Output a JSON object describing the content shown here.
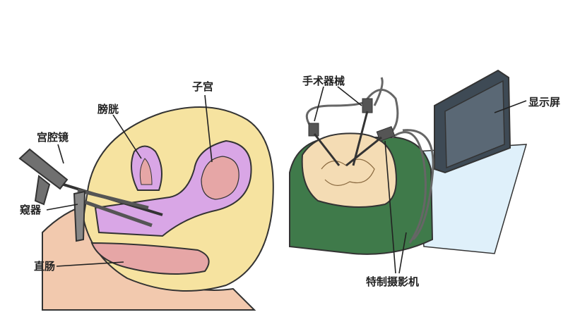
{
  "left_illustration": {
    "labels": {
      "hysteroscope": "宫腔镜",
      "bladder": "膀胱",
      "uterus": "子宫",
      "speculum": "窥器",
      "rectum": "直肠"
    }
  },
  "right_illustration": {
    "labels": {
      "surgical_instruments": "手术器械",
      "monitor": "显示屏",
      "special_camera": "特制摄影机"
    }
  },
  "colors": {
    "body": "#f6e3a0",
    "skin": "#f2c9ae",
    "uterus": "#d9a6e6",
    "uterus_inner": "#e6a6a6",
    "drape": "#3f7a4a",
    "monitor": "#4d5a66",
    "table": "#dff0fa"
  }
}
